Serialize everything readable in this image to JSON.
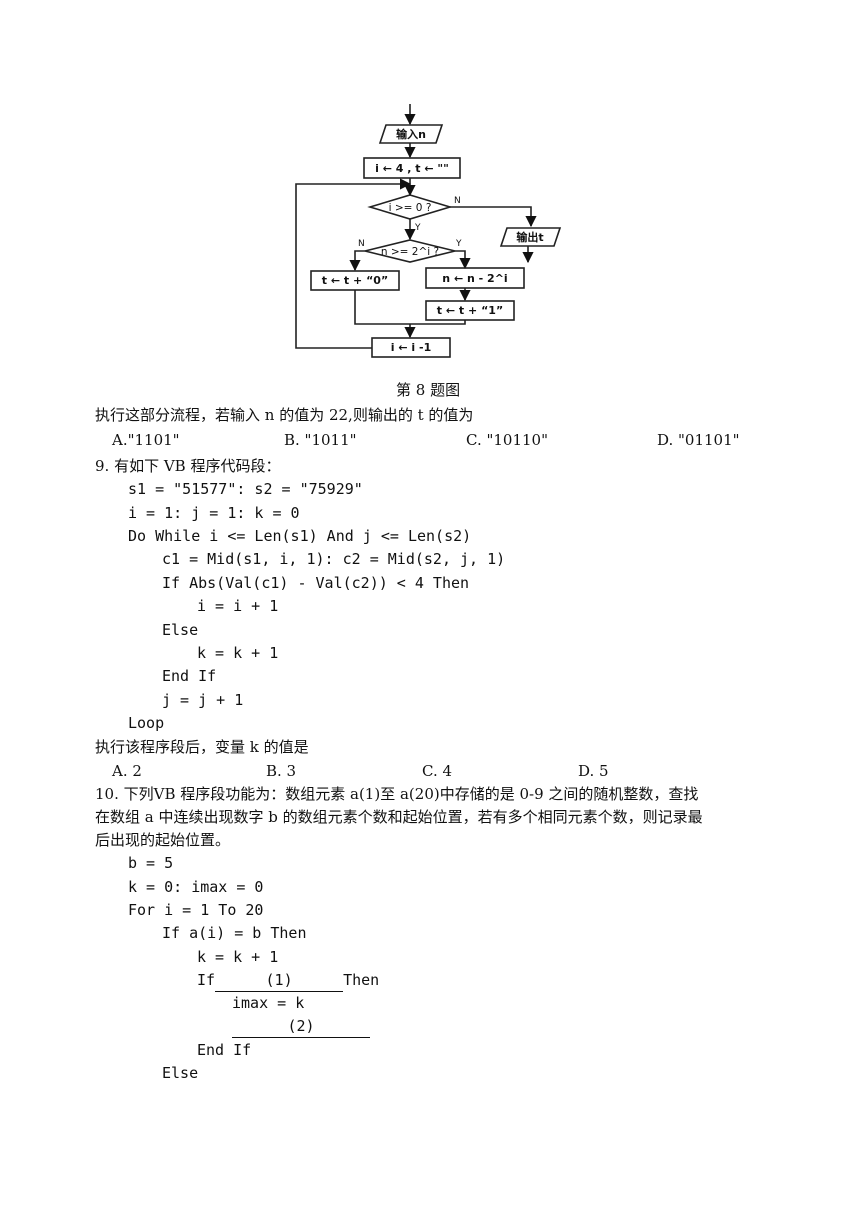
{
  "flowchart": {
    "input": "输入n",
    "init": "i ← 4 , t ← \"\"",
    "cond1": "i >= 0 ?",
    "cond1_no": "N",
    "cond1_yes": "Y",
    "output": "输出t",
    "cond2": "n >= 2^i ?",
    "cond2_no": "N",
    "cond2_yes": "Y",
    "left_box": "t ← t + “0”",
    "right_box1": "n ← n - 2^i",
    "right_box2": "t ← t + “1”",
    "dec_box": "i ← i -1",
    "caption": "第 8 题图"
  },
  "q8": {
    "stem": "执行这部分流程，若输入 n 的值为 22,则输出的 t 的值为",
    "options": [
      "A.\"1101\"",
      "B. \"1011\"",
      "C. \"10110\"",
      "D. \"01101\""
    ]
  },
  "q9": {
    "stem": "9. 有如下 VB 程序代码段：",
    "code": [
      "s1 = \"51577\": s2 = \"75929\"",
      "i = 1: j = 1: k = 0",
      "Do While i <= Len(s1) And j <= Len(s2)",
      "c1 = Mid(s1, i, 1): c2 = Mid(s2, j, 1)",
      "If Abs(Val(c1) - Val(c2)) < 4 Then",
      "i = i + 1",
      "Else",
      "k = k + 1",
      "End If",
      "j = j + 1",
      "Loop"
    ],
    "question": "执行该程序段后，变量 k 的值是",
    "options": [
      "A. 2",
      "B. 3",
      "C. 4",
      "D. 5"
    ]
  },
  "q10": {
    "stem_lines": [
      "10. 下列VB 程序段功能为：数组元素 a(1)至 a(20)中存储的是 0-9 之间的随机整数，查找",
      "在数组 a 中连续出现数字 b 的数组元素个数和起始位置，若有多个相同元素个数，则记录最",
      "后出现的起始位置。"
    ],
    "code": [
      "b = 5",
      "k = 0: imax = 0",
      "For i = 1 To 20",
      "If a(i) = b Then",
      "k = k + 1",
      "If",
      "Then",
      "imax = k",
      "End If",
      "Else"
    ],
    "blank1": "(1)",
    "blank2": "(2)"
  }
}
